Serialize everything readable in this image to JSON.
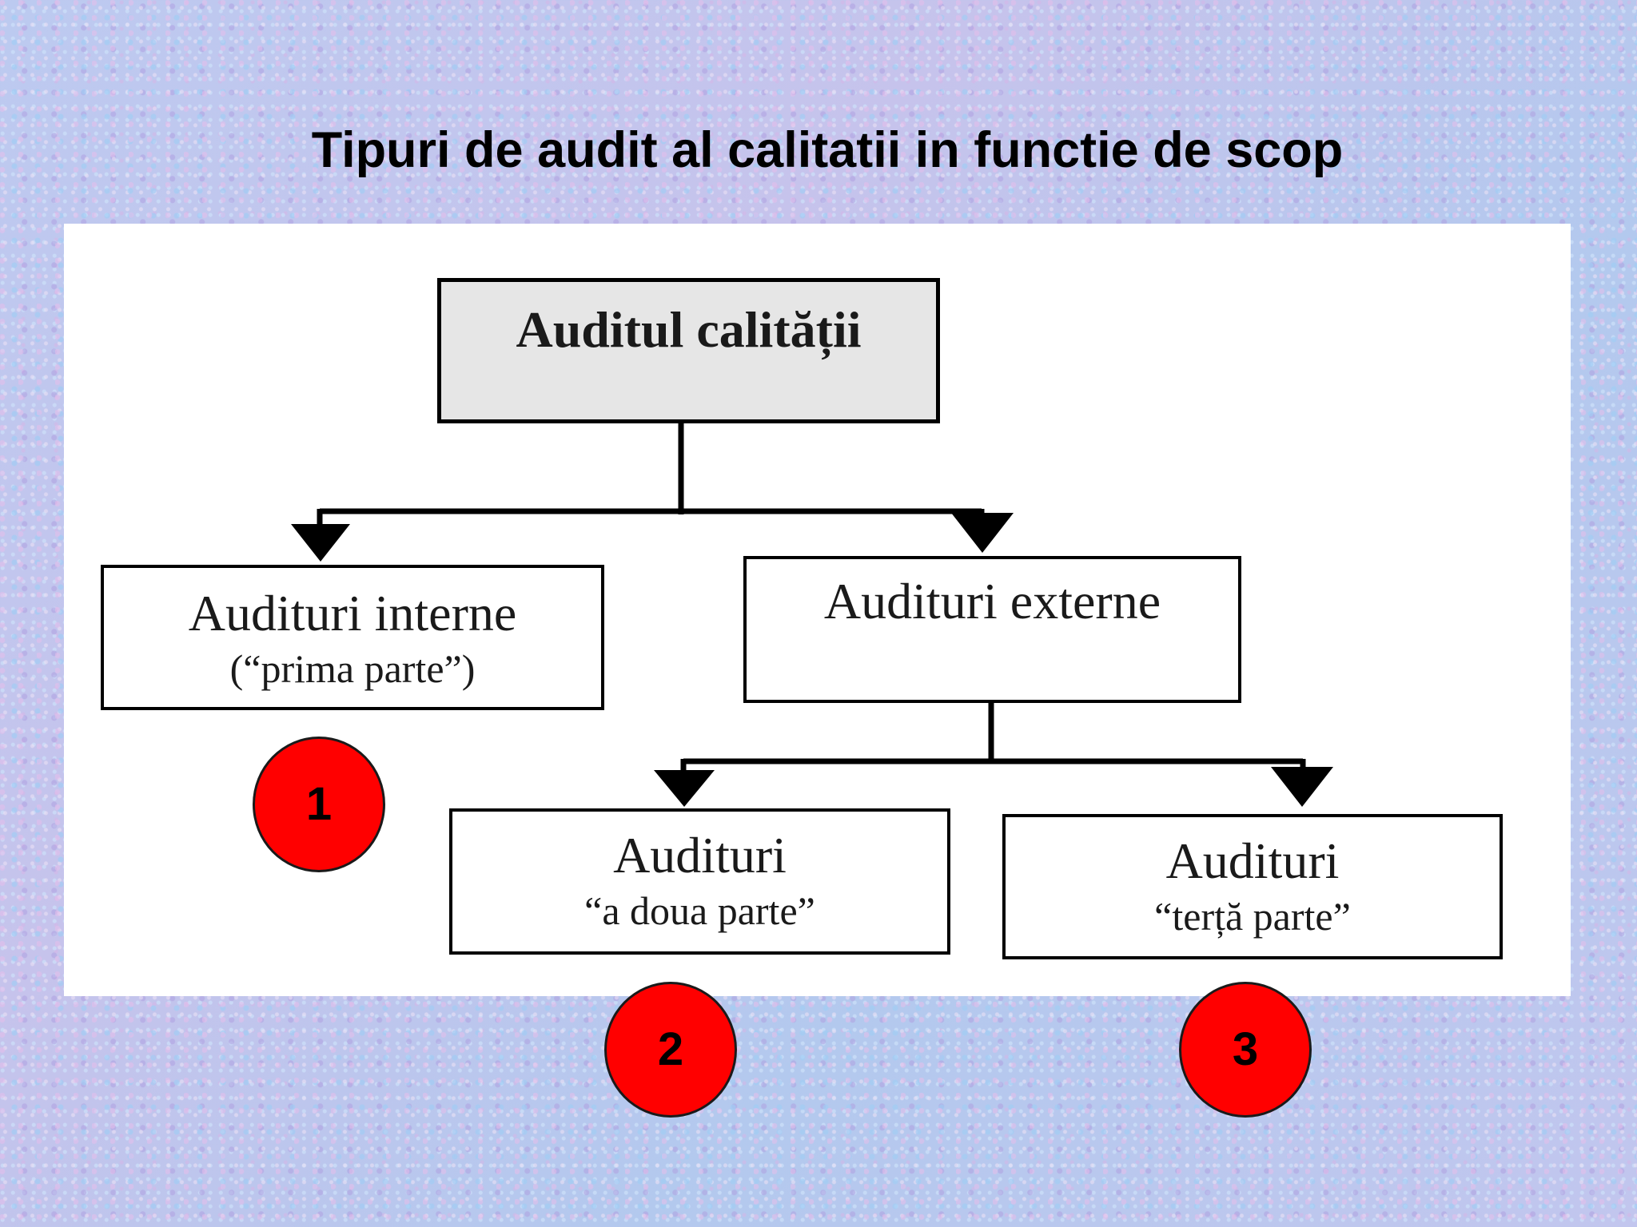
{
  "title": "Tipuri de audit al calitatii in functie de scop",
  "diagram": {
    "root": {
      "label": "Auditul calității"
    },
    "internal": {
      "label": "Audituri interne",
      "sublabel": "(“prima parte”)",
      "badge": "1"
    },
    "external": {
      "label": "Audituri externe"
    },
    "second_party": {
      "label": "Audituri",
      "sublabel": "“a doua parte”",
      "badge": "2"
    },
    "third_party": {
      "label": "Audituri",
      "sublabel": "“terță parte”",
      "badge": "3"
    }
  },
  "colors": {
    "badge_fill": "#ff0000",
    "root_fill": "#e6e6e6",
    "panel": "#ffffff"
  }
}
